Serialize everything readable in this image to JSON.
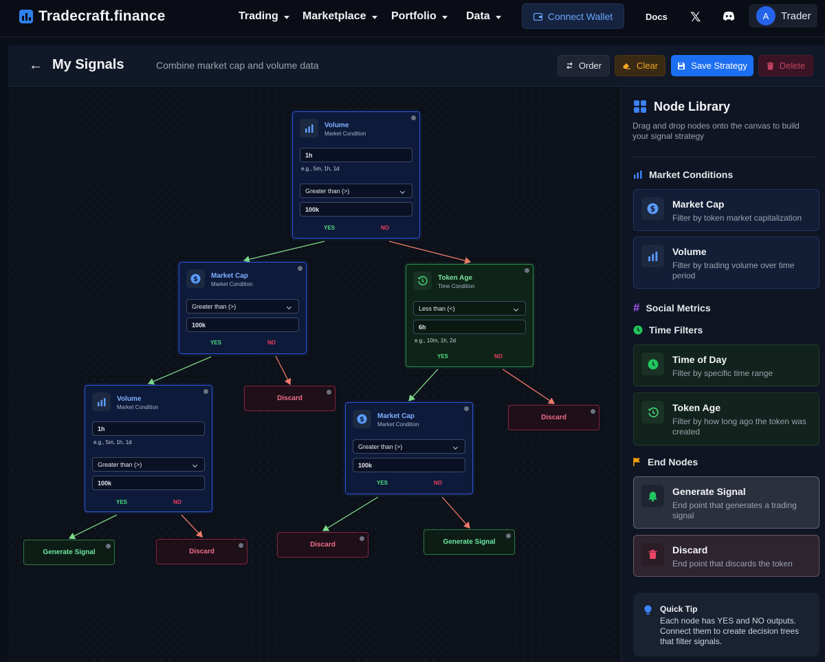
{
  "brand": {
    "name": "Tradecraft.finance"
  },
  "nav": [
    {
      "label": "Trading"
    },
    {
      "label": "Marketplace"
    },
    {
      "label": "Portfolio"
    },
    {
      "label": "Data"
    }
  ],
  "wallet": {
    "label": "Connect Wallet"
  },
  "docs": {
    "label": "Docs"
  },
  "user": {
    "initial": "A",
    "name": "Trader"
  },
  "header": {
    "title": "My Signals",
    "subtitle": "Combine market cap and volume data",
    "order_label": "Order",
    "clear_label": "Clear",
    "save_label": "Save Strategy",
    "delete_label": "Delete"
  },
  "nodes": {
    "volume_root": {
      "title": "Volume",
      "type": "Market Condition",
      "timeframe": "1h",
      "hint": "e.g., 5m, 1h, 1d",
      "operator": "Greater than (>)",
      "value": "100k",
      "yes": "YES",
      "no": "NO"
    },
    "marketcap_left": {
      "title": "Market Cap",
      "type": "Market Condition",
      "operator": "Greater than (>)",
      "value": "100k",
      "yes": "YES",
      "no": "NO"
    },
    "tokenage": {
      "title": "Token Age",
      "type": "Time Condition",
      "operator": "Less than (<)",
      "value": "6h",
      "hint": "e.g., 10m, 1h, 2d",
      "yes": "YES",
      "no": "NO"
    },
    "volume_child": {
      "title": "Volume",
      "type": "Market Condition",
      "timeframe": "1h",
      "hint": "e.g., 5m, 1h, 1d",
      "operator": "Greater than (>)",
      "value": "100k",
      "yes": "YES",
      "no": "NO"
    },
    "marketcap_mid": {
      "title": "Market Cap",
      "type": "Market Condition",
      "operator": "Greater than (>)",
      "value": "100k",
      "yes": "YES",
      "no": "NO"
    },
    "end_discard_1": {
      "label": "Discard"
    },
    "end_discard_2": {
      "label": "Discard"
    },
    "end_generate_1": {
      "label": "Generate Signal"
    },
    "end_discard_3": {
      "label": "Discard"
    },
    "end_discard_4": {
      "label": "Discard"
    },
    "end_generate_2": {
      "label": "Generate Signal"
    }
  },
  "library": {
    "title": "Node Library",
    "description": "Drag and drop nodes onto the canvas to build your signal strategy",
    "sections": {
      "market": "Market Conditions",
      "social": "Social Metrics",
      "time": "Time Filters",
      "end": "End Nodes"
    },
    "items": {
      "market_cap": {
        "title": "Market Cap",
        "desc": "Filter by token market capitalization"
      },
      "volume": {
        "title": "Volume",
        "desc": "Filter by trading volume over time period"
      },
      "time_of_day": {
        "title": "Time of Day",
        "desc": "Filter by specific time range"
      },
      "token_age": {
        "title": "Token Age",
        "desc": "Filter by how long ago the token was created"
      },
      "generate_signal": {
        "title": "Generate Signal",
        "desc": "End point that generates a trading signal"
      },
      "discard": {
        "title": "Discard",
        "desc": "End point that discards the token"
      }
    },
    "tip": {
      "title": "Quick Tip",
      "text": "Each node has YES and NO outputs. Connect them to create decision trees that filter signals."
    }
  },
  "colors": {
    "accent": "#1d6ff2",
    "yes_edge": "#7ed98a",
    "no_edge": "#f07b6a"
  }
}
